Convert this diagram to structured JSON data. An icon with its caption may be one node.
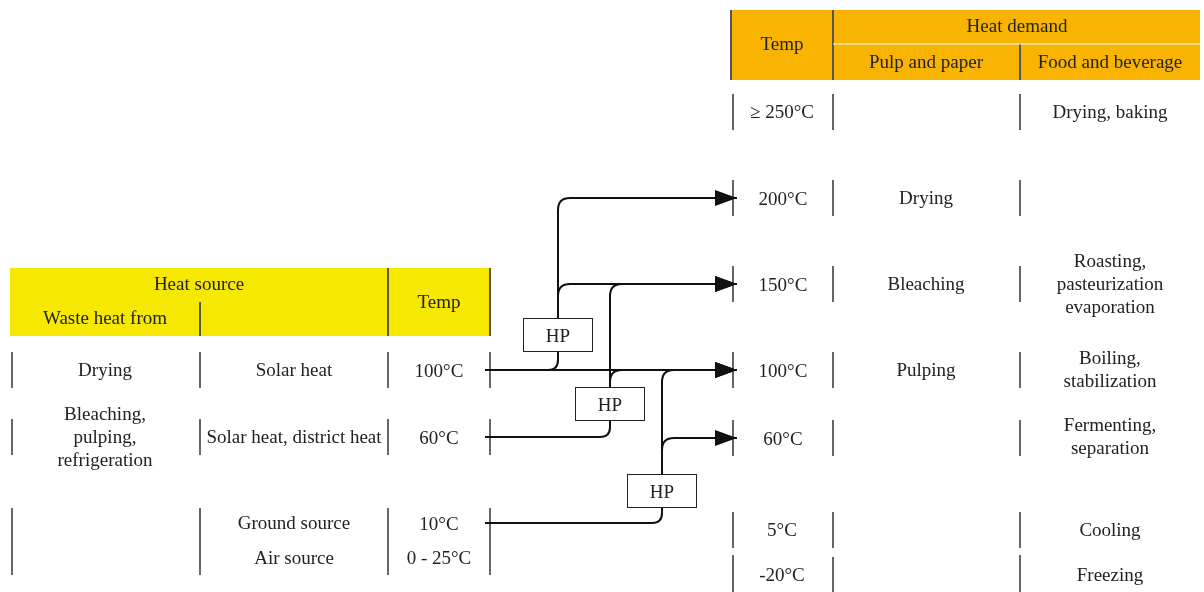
{
  "diagram": {
    "nodes": [
      {
        "text": [
          "200°C"
        ]
      },
      {
        "text": [
          "150°C"
        ]
      },
      {
        "text": [
          "HP"
        ]
      },
      {
        "text": [
          "100°C"
        ]
      },
      {
        "text": [
          "100°C"
        ]
      },
      {
        "text": [
          "HP"
        ]
      },
      {
        "text": [
          "60°C"
        ]
      },
      {
        "text": [
          "60°C"
        ]
      },
      {
        "text": [
          "HP"
        ]
      },
      {
        "text": [
          "10°C"
        ]
      }
    ],
    "edges": [
      {
        "from": 3,
        "to": 4,
        "arrow": "to"
      },
      {
        "from": 3,
        "to": 2,
        "arrow": "none"
      },
      {
        "from": 2,
        "to": 0,
        "arrow": "to"
      },
      {
        "from": 2,
        "to": 1,
        "arrow": "to"
      },
      {
        "from": 6,
        "to": 5,
        "arrow": "none"
      },
      {
        "from": 5,
        "to": 1,
        "arrow": "to"
      },
      {
        "from": 5,
        "to": 4,
        "arrow": "to"
      },
      {
        "from": 9,
        "to": 8,
        "arrow": "none"
      },
      {
        "from": 8,
        "to": 4,
        "arrow": "to"
      },
      {
        "from": 8,
        "to": 7,
        "arrow": "to"
      }
    ],
    "labels": [
      "Temp",
      "Heat demand",
      "Pulp and paper",
      "Food and beverage",
      "≥ 250°C",
      "Drying, baking",
      "Drying",
      "Heat source",
      "Temp",
      "Waste heat from",
      "Bleaching",
      "Roasting, pasteurization evaporation",
      "Drying",
      "Solar heat",
      "Pulping",
      "Boiling, stabilization",
      "Bleaching, pulping, refrigeration",
      "Solar heat, district heat",
      "Fermenting, separation",
      "Ground source",
      "5°C",
      "Cooling",
      "Air source",
      "0 - 25°C",
      "-20°C",
      "Freezing"
    ]
  }
}
